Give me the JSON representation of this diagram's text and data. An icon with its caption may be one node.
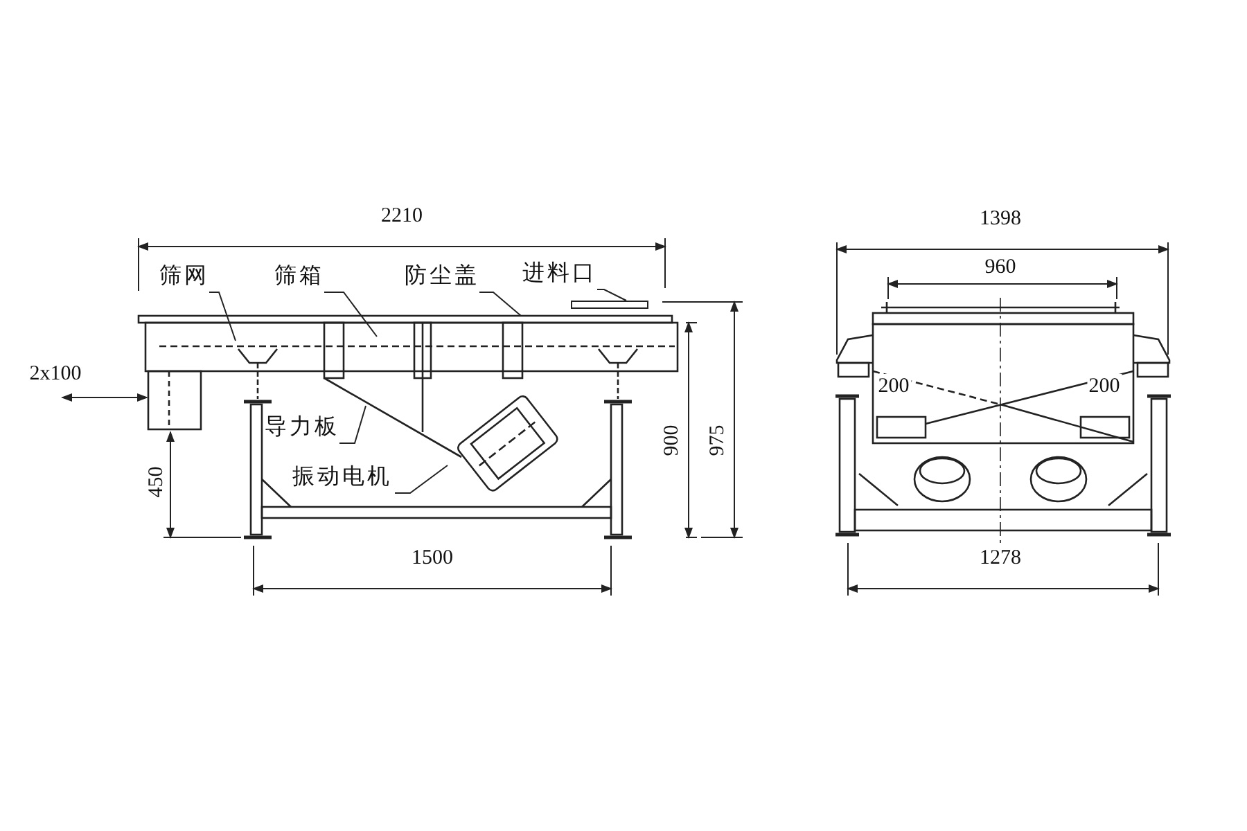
{
  "diagram": {
    "nodes": [
      {
        "text": [
          "筛网"
        ]
      },
      {
        "text": [
          "筛箱"
        ]
      },
      {
        "text": [
          "防尘盖"
        ]
      },
      {
        "text": [
          "进料口"
        ]
      },
      {
        "text": [],
        "shape": "box"
      },
      {
        "text": [],
        "shape": "picture"
      },
      {
        "text": [
          "导力板"
        ],
        "in": 5
      },
      {
        "text": [
          "振动电机"
        ],
        "in": 5
      }
    ],
    "edges": [
      {
        "from": 0,
        "to": 5,
        "arrow": "none"
      },
      {
        "from": 1,
        "to": 5,
        "arrow": "none"
      },
      {
        "from": 2,
        "to": 5,
        "arrow": "none"
      },
      {
        "from": 3,
        "to": 4,
        "arrow": "none"
      },
      {
        "from": 6,
        "to": 5,
        "arrow": "none"
      },
      {
        "from": 7,
        "to": 5,
        "arrow": "none"
      }
    ],
    "labels": [
      "2210",
      "2x100",
      "450",
      "1500",
      "900",
      "975",
      "1398",
      "960",
      "200",
      "200",
      "1278"
    ]
  }
}
